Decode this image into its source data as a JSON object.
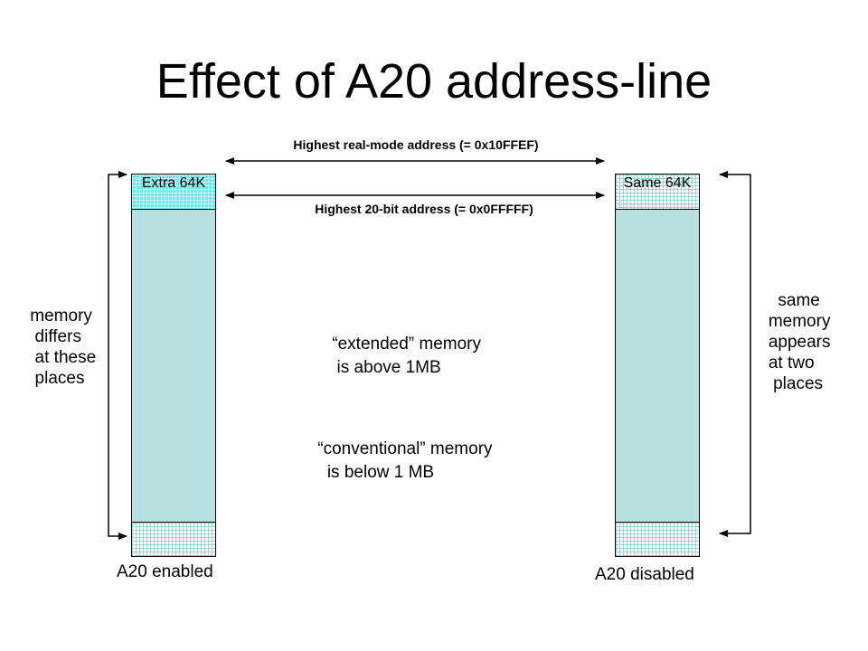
{
  "title": "Effect of A20 address-line",
  "arrows": {
    "top_label": "Highest real-mode address (= 0x10FFEF)",
    "bottom_label": "Highest 20-bit address (= 0x0FFFFF)"
  },
  "left_column": {
    "top_band_label": "Extra 64K",
    "caption": "A20 enabled"
  },
  "right_column": {
    "top_band_label": "Same 64K",
    "caption": "A20 disabled"
  },
  "left_note": " memory\n  differs\n  at these\n  places",
  "right_note": "     same\n   memory\n   appears\n   at two\n    places",
  "extended_note": " “extended” memory\n  is above 1MB",
  "conventional_note": " “conventional” memory\n   is below 1 MB",
  "colors": {
    "column_fill": "#b8dfe0",
    "extra_band": "#6ae3ea"
  }
}
